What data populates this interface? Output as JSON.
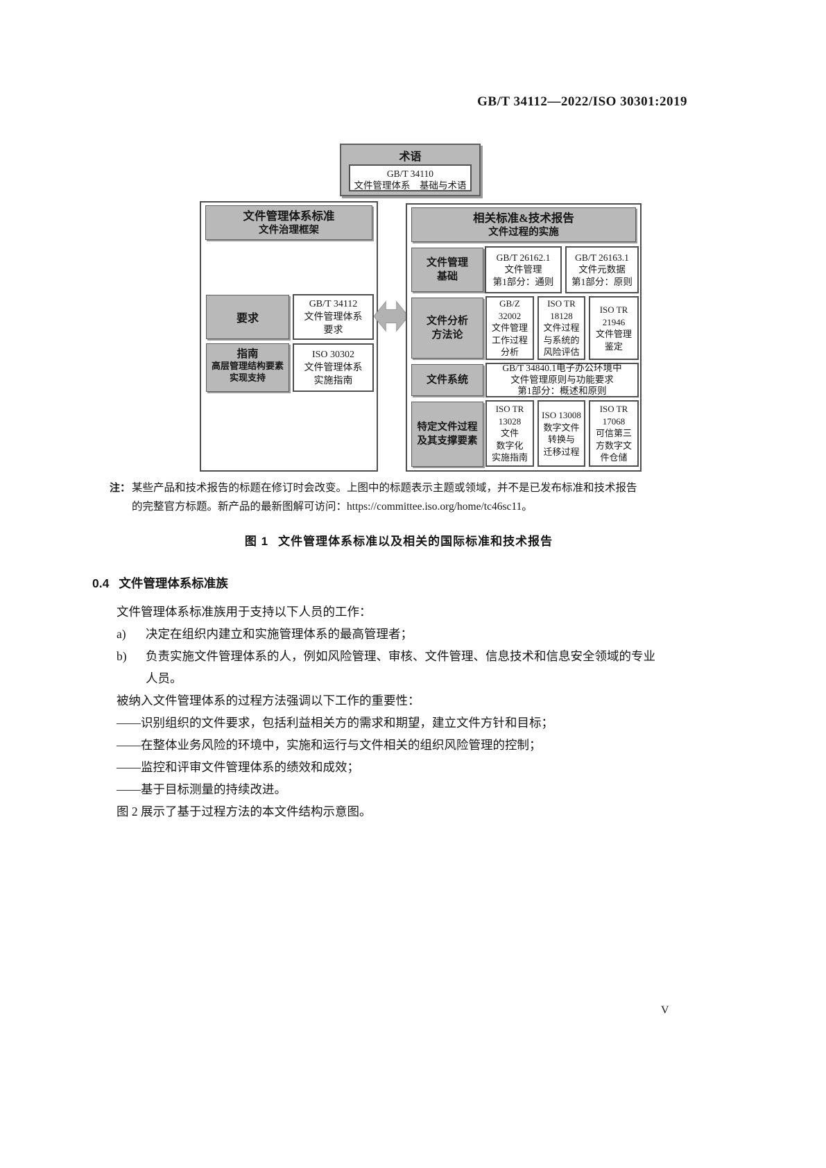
{
  "header": {
    "standard_number": "GB/T 34112—2022/ISO 30301:2019"
  },
  "diagram": {
    "colors": {
      "gray_fill": "#b9b9b9",
      "border": "#4d4d4d",
      "arrow": "#b2b2b2"
    },
    "terms_box": {
      "title": "术语",
      "standard": "GB/T 34110\n文件管理体系　基础与术语"
    },
    "left_panel": {
      "title": "文件管理体系标准",
      "subtitle": "文件治理框架",
      "rows": [
        {
          "label": "要求",
          "cell": "GB/T 34112\n文件管理体系\n要求"
        },
        {
          "label": "指南\n高层管理结构要素\n实现支持",
          "cell": "ISO 30302\n文件管理体系\n实施指南"
        }
      ]
    },
    "right_panel": {
      "title": "相关标准&技术报告",
      "subtitle": "文件过程的实施",
      "rows": [
        {
          "label": "文件管理\n基础",
          "cells": [
            "GB/T 26162.1\n文件管理\n第1部分：通则",
            "GB/T 26163.1\n文件元数据\n第1部分：原则"
          ]
        },
        {
          "label": "文件分析\n方法论",
          "cells": [
            "GB/Z\n32002\n文件管理\n工作过程\n分析",
            "ISO TR\n18128\n文件过程\n与系统的\n风险评估",
            "ISO TR\n21946\n文件管理\n鉴定"
          ]
        },
        {
          "label": "文件系统",
          "cells": [
            "GB/T 34840.1电子办公环境中\n文件管理原则与功能要求\n第1部分：概述和原则"
          ]
        },
        {
          "label": "特定文件过程\n及其支撑要素",
          "cells": [
            "ISO TR\n13028\n文件\n数字化\n实施指南",
            "ISO 13008\n数字文件\n转换与\n迁移过程",
            "ISO TR\n17068\n可信第三\n方数字文\n件仓储"
          ]
        }
      ]
    }
  },
  "note": {
    "label": "注：",
    "text": "某些产品和技术报告的标题在修订时会改变。上图中的标题表示主题或领域，并不是已发布标准和技术报告\n的完整官方标题。新产品的最新图解可访问：https://committee.iso.org/home/tc46sc11。"
  },
  "figure_caption": {
    "number": "图 1",
    "title": "文件管理体系标准以及相关的国际标准和技术报告"
  },
  "section": {
    "number": "0.4",
    "title": "文件管理体系标准族"
  },
  "body": {
    "p1": "文件管理体系标准族用于支持以下人员的工作：",
    "item_a": {
      "marker": "a)",
      "text": "决定在组织内建立和实施管理体系的最高管理者；"
    },
    "item_b": {
      "marker": "b)",
      "text": "负责实施文件管理体系的人，例如风险管理、审核、文件管理、信息技术和信息安全领域的专业人员。"
    },
    "p2": "被纳入文件管理体系的过程方法强调以下工作的重要性：",
    "dashes": [
      "——识别组织的文件要求，包括利益相关方的需求和期望，建立文件方针和目标；",
      "——在整体业务风险的环境中，实施和运行与文件相关的组织风险管理的控制；",
      "——监控和评审文件管理体系的绩效和成效；",
      "——基于目标测量的持续改进。"
    ],
    "p3": "图 2 展示了基于过程方法的本文件结构示意图。"
  },
  "footer": {
    "page_number": "V"
  }
}
